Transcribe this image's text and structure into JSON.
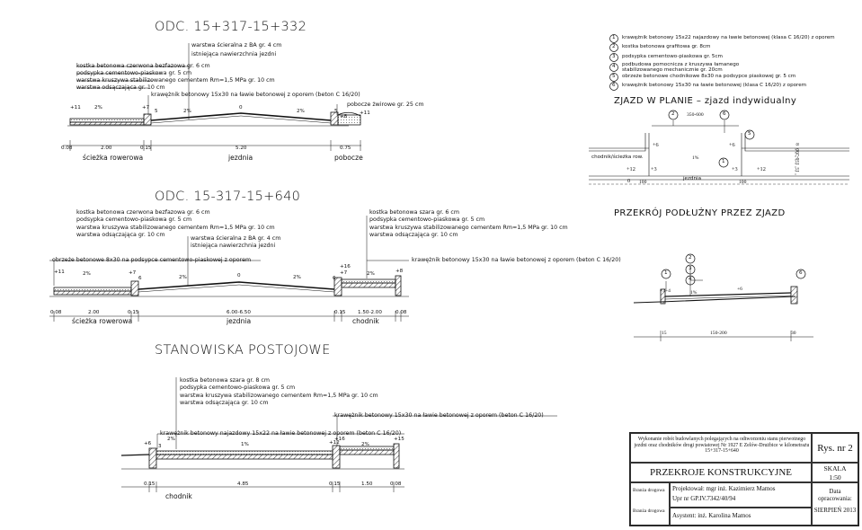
{
  "s1": {
    "title": "ODC. 15+317-15+332",
    "right_notes": [
      "warstwa ścieralna z BA gr. 4 cm",
      "istniejąca nawierzchnia jezdni"
    ],
    "left_notes": [
      "kostka betonowa czerwona bezfazowa gr. 6 cm",
      "podsypka cementowo-piaskowa gr. 5 cm",
      "warstwa kruszywa stabilizowanego cementem Rm=1,5 MPa  gr. 10 cm",
      "warstwa odsączająca  gr. 10 cm"
    ],
    "curb_note": "krawężnik betonowy 15x30 na ławie betonowej z oporem (beton C 16/20)",
    "gravel_note": "pobocze żwirowe gr. 25 cm",
    "dims": [
      "0.08",
      "2.00",
      "0.15",
      "5.20",
      "0.75"
    ],
    "sections": [
      "ścieżka rowerowa",
      "jezdnia",
      "pobocze"
    ],
    "marks": [
      "+11",
      "2%",
      "+7",
      "5",
      "2%",
      "0",
      "2%",
      "5",
      "+8",
      "+11"
    ]
  },
  "s2": {
    "title": "ODC. 15-317-15+640",
    "left_notes": [
      "kostka betonowa czerwona bezfazowa gr. 6 cm",
      "podsypka cementowo-piaskowa gr. 5 cm",
      "warstwa kruszywa stabilizowanego cementem Rm=1,5 MPa  gr. 10 cm",
      "warstwa odsączająca  gr. 10 cm"
    ],
    "mid_notes": [
      "warstwa ścieralna z BA gr. 4 cm",
      "istniejąca nawierzchnia jezdni"
    ],
    "right_notes": [
      "kostka betonowa szara gr. 6 cm",
      "podsypka cementowo-piaskowa gr. 5 cm",
      "warstwa kruszywa stabilizowanego cementem Rm=1,5 MPa  gr. 10 cm",
      "warstwa odsączająca  gr. 10 cm"
    ],
    "edge_note": "obrzeże betonowe 8x30 na podsypce cementowo-piaskowej z oporem",
    "curb_note": "krawężnik betonowy 15x30 na ławie betonowej z oporem (beton C 16/20)",
    "dims": [
      "0.08",
      "2.00",
      "0.15",
      "6.00-6.50",
      "0.15",
      "1.50-2.00",
      "0.08"
    ],
    "sections": [
      "ścieżka rowerowa",
      "jezdnia",
      "chodnik"
    ],
    "marks": [
      "+11",
      "2%",
      "+7",
      "6",
      "2%",
      "0",
      "2%",
      "6",
      "+7",
      "+16",
      "2%",
      "+8"
    ]
  },
  "s3": {
    "title": "STANOWISKA POSTOJOWE",
    "notes": [
      "kostka betonowa szara gr. 8 cm",
      "podsypka cementowo-piaskowa gr. 5 cm",
      "warstwa kruszywa stabilizowanego cementem Rm=1,5 MPa  gr. 10 cm",
      "warstwa odsączająca  gr. 10 cm"
    ],
    "curb_note": "krawężnik betonowy 15x30 na ławie betonowej z oporem (beton C 16/20)",
    "curb2_note": "krawężnik betonowy najazdowy 15x22 na ławie betonowej z oporem (beton C 16/20)",
    "dims": [
      "0.15",
      "4.85",
      "0.15",
      "1.50",
      "0.08"
    ],
    "sections": [
      "chodnik"
    ],
    "marks": [
      "+6",
      "3",
      "2%",
      "1%",
      "+12",
      "2%",
      "+15",
      "+16"
    ]
  },
  "legend": [
    {
      "n": "1",
      "text": "krawężnik betonowy 15x22 najazdowy na ławie betonowej (klasa C 16/20) z oporem"
    },
    {
      "n": "2",
      "text": "kostka betonowa grafitowa gr. 8cm"
    },
    {
      "n": "3",
      "text": "podsypka cementowo-piaskowa gr. 5cm"
    },
    {
      "n": "4",
      "text": "podbudowa pomocnicza z kruszywa łamanego stabilizowanego mechanicznie gr. 20cm"
    },
    {
      "n": "5",
      "text": "obrzeże betonowe chodnikowe 8x30 na podsypce piaskowej gr. 5 cm"
    },
    {
      "n": "6",
      "text": "krawężnik betonowy 15x30 na ławie betonowej (klasa C 16/20) z oporem"
    }
  ],
  "plan": {
    "title": "ZJAZD W PLANIE  –  zjazd indywidualny",
    "dim_top": "350-600",
    "labels": [
      "chodnik/ścieżka row.",
      "jezdnia"
    ],
    "marks": [
      "+6",
      "+6",
      "+12",
      "+3",
      "+3",
      "+12",
      "0",
      "100",
      "100",
      "1%",
      "15",
      "150-200",
      "8"
    ],
    "nums": [
      "2",
      "6",
      "5",
      "1"
    ]
  },
  "long": {
    "title": "PRZEKRÓJ PODŁUŻNY PRZEZ ZJAZD",
    "nums": [
      "1",
      "2",
      "3",
      "4",
      "6"
    ],
    "marks": [
      "+3+4",
      "1%",
      "+6",
      "15",
      "150-200",
      "30"
    ]
  },
  "titleblock": {
    "desc": "Wykonanie robót budowlanych polegających na odtworzeniu stanu pierwotnego jezdni oraz chodników drogi powiatowej Nr 1927 E Zelów-Drużbice w kilometrażu 15+317-15+640",
    "rys": "Rys. nr 2",
    "name": "PRZEKROJE KONSTRUKCYJNE",
    "skala_label": "SKALA",
    "skala": "1:50",
    "branza": "Branża drogowa",
    "proj": "Projektował: mgr inż. Kazimierz Mamos",
    "upr": "Upr nr GP.IV.7342/40/94",
    "asys": "Asystent: inż. Karolina Mamos",
    "data_label": "Data opracowania:",
    "data": "SIERPIEŃ 2013"
  }
}
